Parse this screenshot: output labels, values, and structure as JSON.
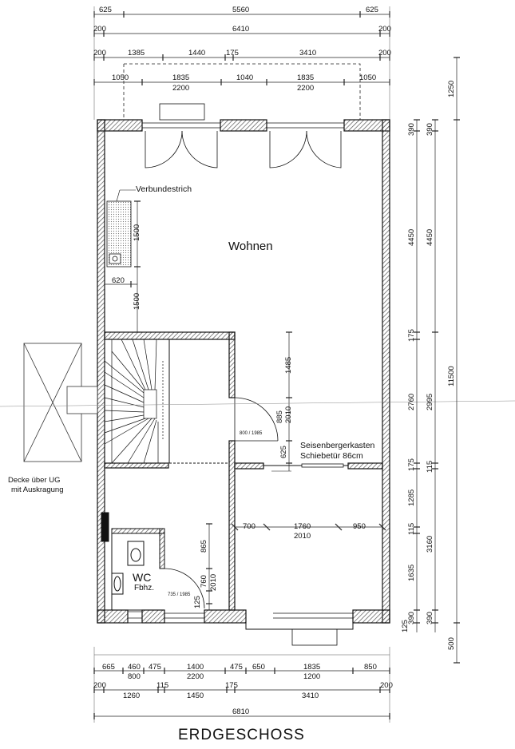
{
  "title": "ERDGESCHOSS",
  "rooms": {
    "wohnen": "Wohnen",
    "wc": "WC",
    "fbhz": "Fbhz."
  },
  "notes": {
    "verbundestrich": "Verbundestrich",
    "seisenberger_1": "Seisenbergerkasten",
    "seisenberger_2": "Schiebetür 86cm",
    "decke_1": "Decke über UG",
    "decke_2": "mit Auskragung",
    "door_main": "800 / 1985",
    "door_wc": "735 / 1985"
  },
  "dimensions_top": {
    "row1": [
      "625",
      "5560",
      "625"
    ],
    "row2": [
      "200",
      "6410",
      "200"
    ],
    "row3": [
      "200",
      "1385",
      "1440",
      "175",
      "3410",
      "200"
    ],
    "row4a": [
      "1050",
      "1835",
      "1040",
      "1835",
      "1050"
    ],
    "row4b": [
      "2200",
      "2200"
    ]
  },
  "dimensions_bottom": {
    "row1a": [
      "665",
      "460",
      "475",
      "1400",
      "475",
      "650",
      "1835",
      "850"
    ],
    "row1b": [
      "800",
      "2200",
      "1200"
    ],
    "row2": [
      "200",
      "1260",
      "115",
      "1450",
      "175",
      "3410",
      "200"
    ],
    "row3": [
      "6810"
    ]
  },
  "dimensions_right": {
    "col1": [
      "390",
      "4450",
      "175",
      "2760",
      "175",
      "1285",
      "115",
      "1635",
      "125",
      "390"
    ],
    "col2": [
      "390",
      "4450",
      "2995",
      "115",
      "3160",
      "390"
    ],
    "col3": [
      "1250",
      "11500",
      "500"
    ]
  },
  "dimensions_interior": {
    "kitchen": [
      "1500",
      "620",
      "1500"
    ],
    "hall": [
      "1485",
      "885",
      "2010",
      "625"
    ],
    "room_h": [
      "700",
      "1760",
      "950",
      "2010"
    ],
    "wc": [
      "865",
      "760",
      "2010",
      "125"
    ]
  }
}
